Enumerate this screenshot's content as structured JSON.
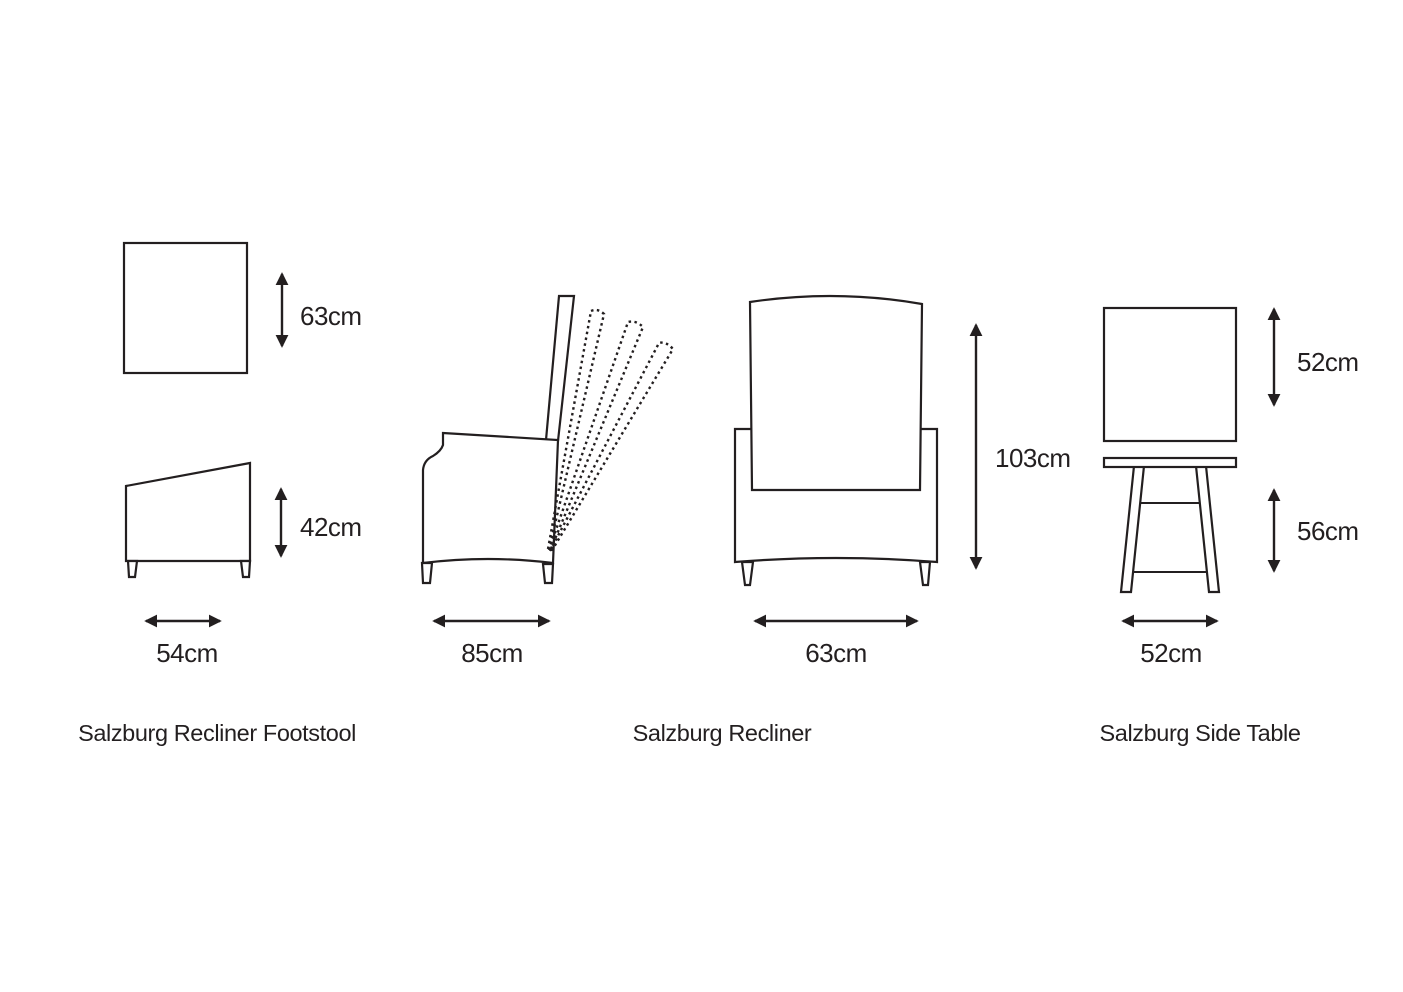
{
  "page": {
    "background": "#ffffff",
    "line_color": "#231f20"
  },
  "items": [
    {
      "id": "footstool",
      "title": "Salzburg Recliner Footstool",
      "dims": {
        "top_height": "63cm",
        "side_height": "42cm",
        "width": "54cm"
      }
    },
    {
      "id": "recliner",
      "title": "Salzburg Recliner",
      "dims": {
        "depth": "85cm",
        "height": "103cm",
        "width": "63cm"
      }
    },
    {
      "id": "side-table",
      "title": "Salzburg Side Table",
      "dims": {
        "top_height": "52cm",
        "side_height": "56cm",
        "width": "52cm"
      }
    }
  ]
}
